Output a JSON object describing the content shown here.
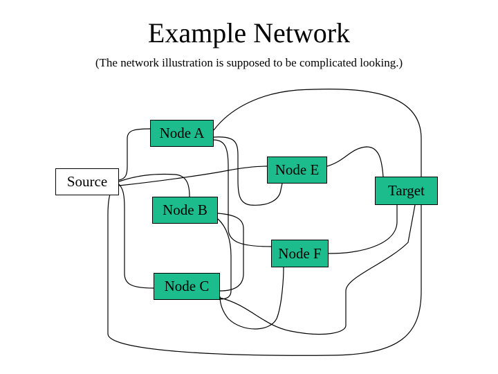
{
  "title": "Example Network",
  "subtitle": "(The network illustration is supposed to be complicated looking.)",
  "colors": {
    "node_fill": "#1cbc8c",
    "edge": "#000000",
    "background": "#ffffff"
  },
  "nodes": {
    "a": "Node A",
    "source": "Source",
    "e": "Node E",
    "target": "Target",
    "b": "Node B",
    "f": "Node F",
    "c": "Node C"
  }
}
